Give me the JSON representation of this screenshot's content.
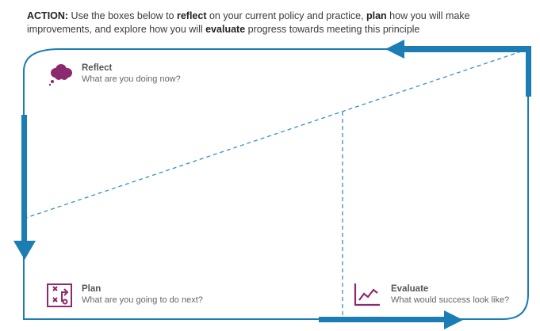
{
  "action": {
    "label": "ACTION:",
    "t1": " Use the boxes below to ",
    "k1": "reflect",
    "t2": " on your current policy and practice, ",
    "k2": "plan",
    "t3": " how you will make improvements, and explore how you will ",
    "k3": "evaluate",
    "t4": " progress towards meeting this principle"
  },
  "reflect": {
    "title": "Reflect",
    "question": "What are you doing now?",
    "icon": "thought-cloud-icon"
  },
  "plan": {
    "title": "Plan",
    "question": "What are you going to do next?",
    "icon": "strategy-board-icon"
  },
  "evaluate": {
    "title": "Evaluate",
    "question": "What would success look like?",
    "icon": "line-graph-icon"
  },
  "colors": {
    "cycle_blue": "#1b7db3",
    "icon_purple": "#8b2a6e",
    "dashed": "#3b8fbf"
  }
}
